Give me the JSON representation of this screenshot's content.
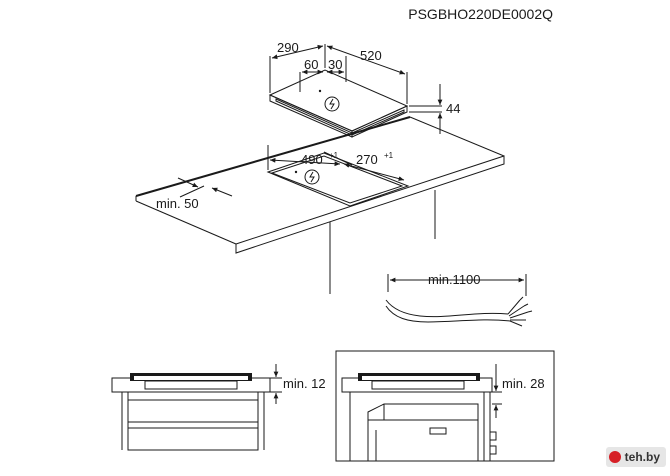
{
  "figure": {
    "code": "PSGBHO220DE0002Q"
  },
  "hob": {
    "width": "290",
    "depth": "520",
    "offset_a": "60",
    "offset_b": "30",
    "height": "44"
  },
  "cutout": {
    "width": "490",
    "width_tol": "+1",
    "depth": "270",
    "depth_tol": "+1",
    "edge_min": "min. 50"
  },
  "cable": {
    "length": "min.1100"
  },
  "install_left": {
    "clearance": "min. 12"
  },
  "install_right": {
    "clearance": "min. 28"
  },
  "watermark": {
    "text": "teh.by",
    "color": "#d61f26"
  }
}
